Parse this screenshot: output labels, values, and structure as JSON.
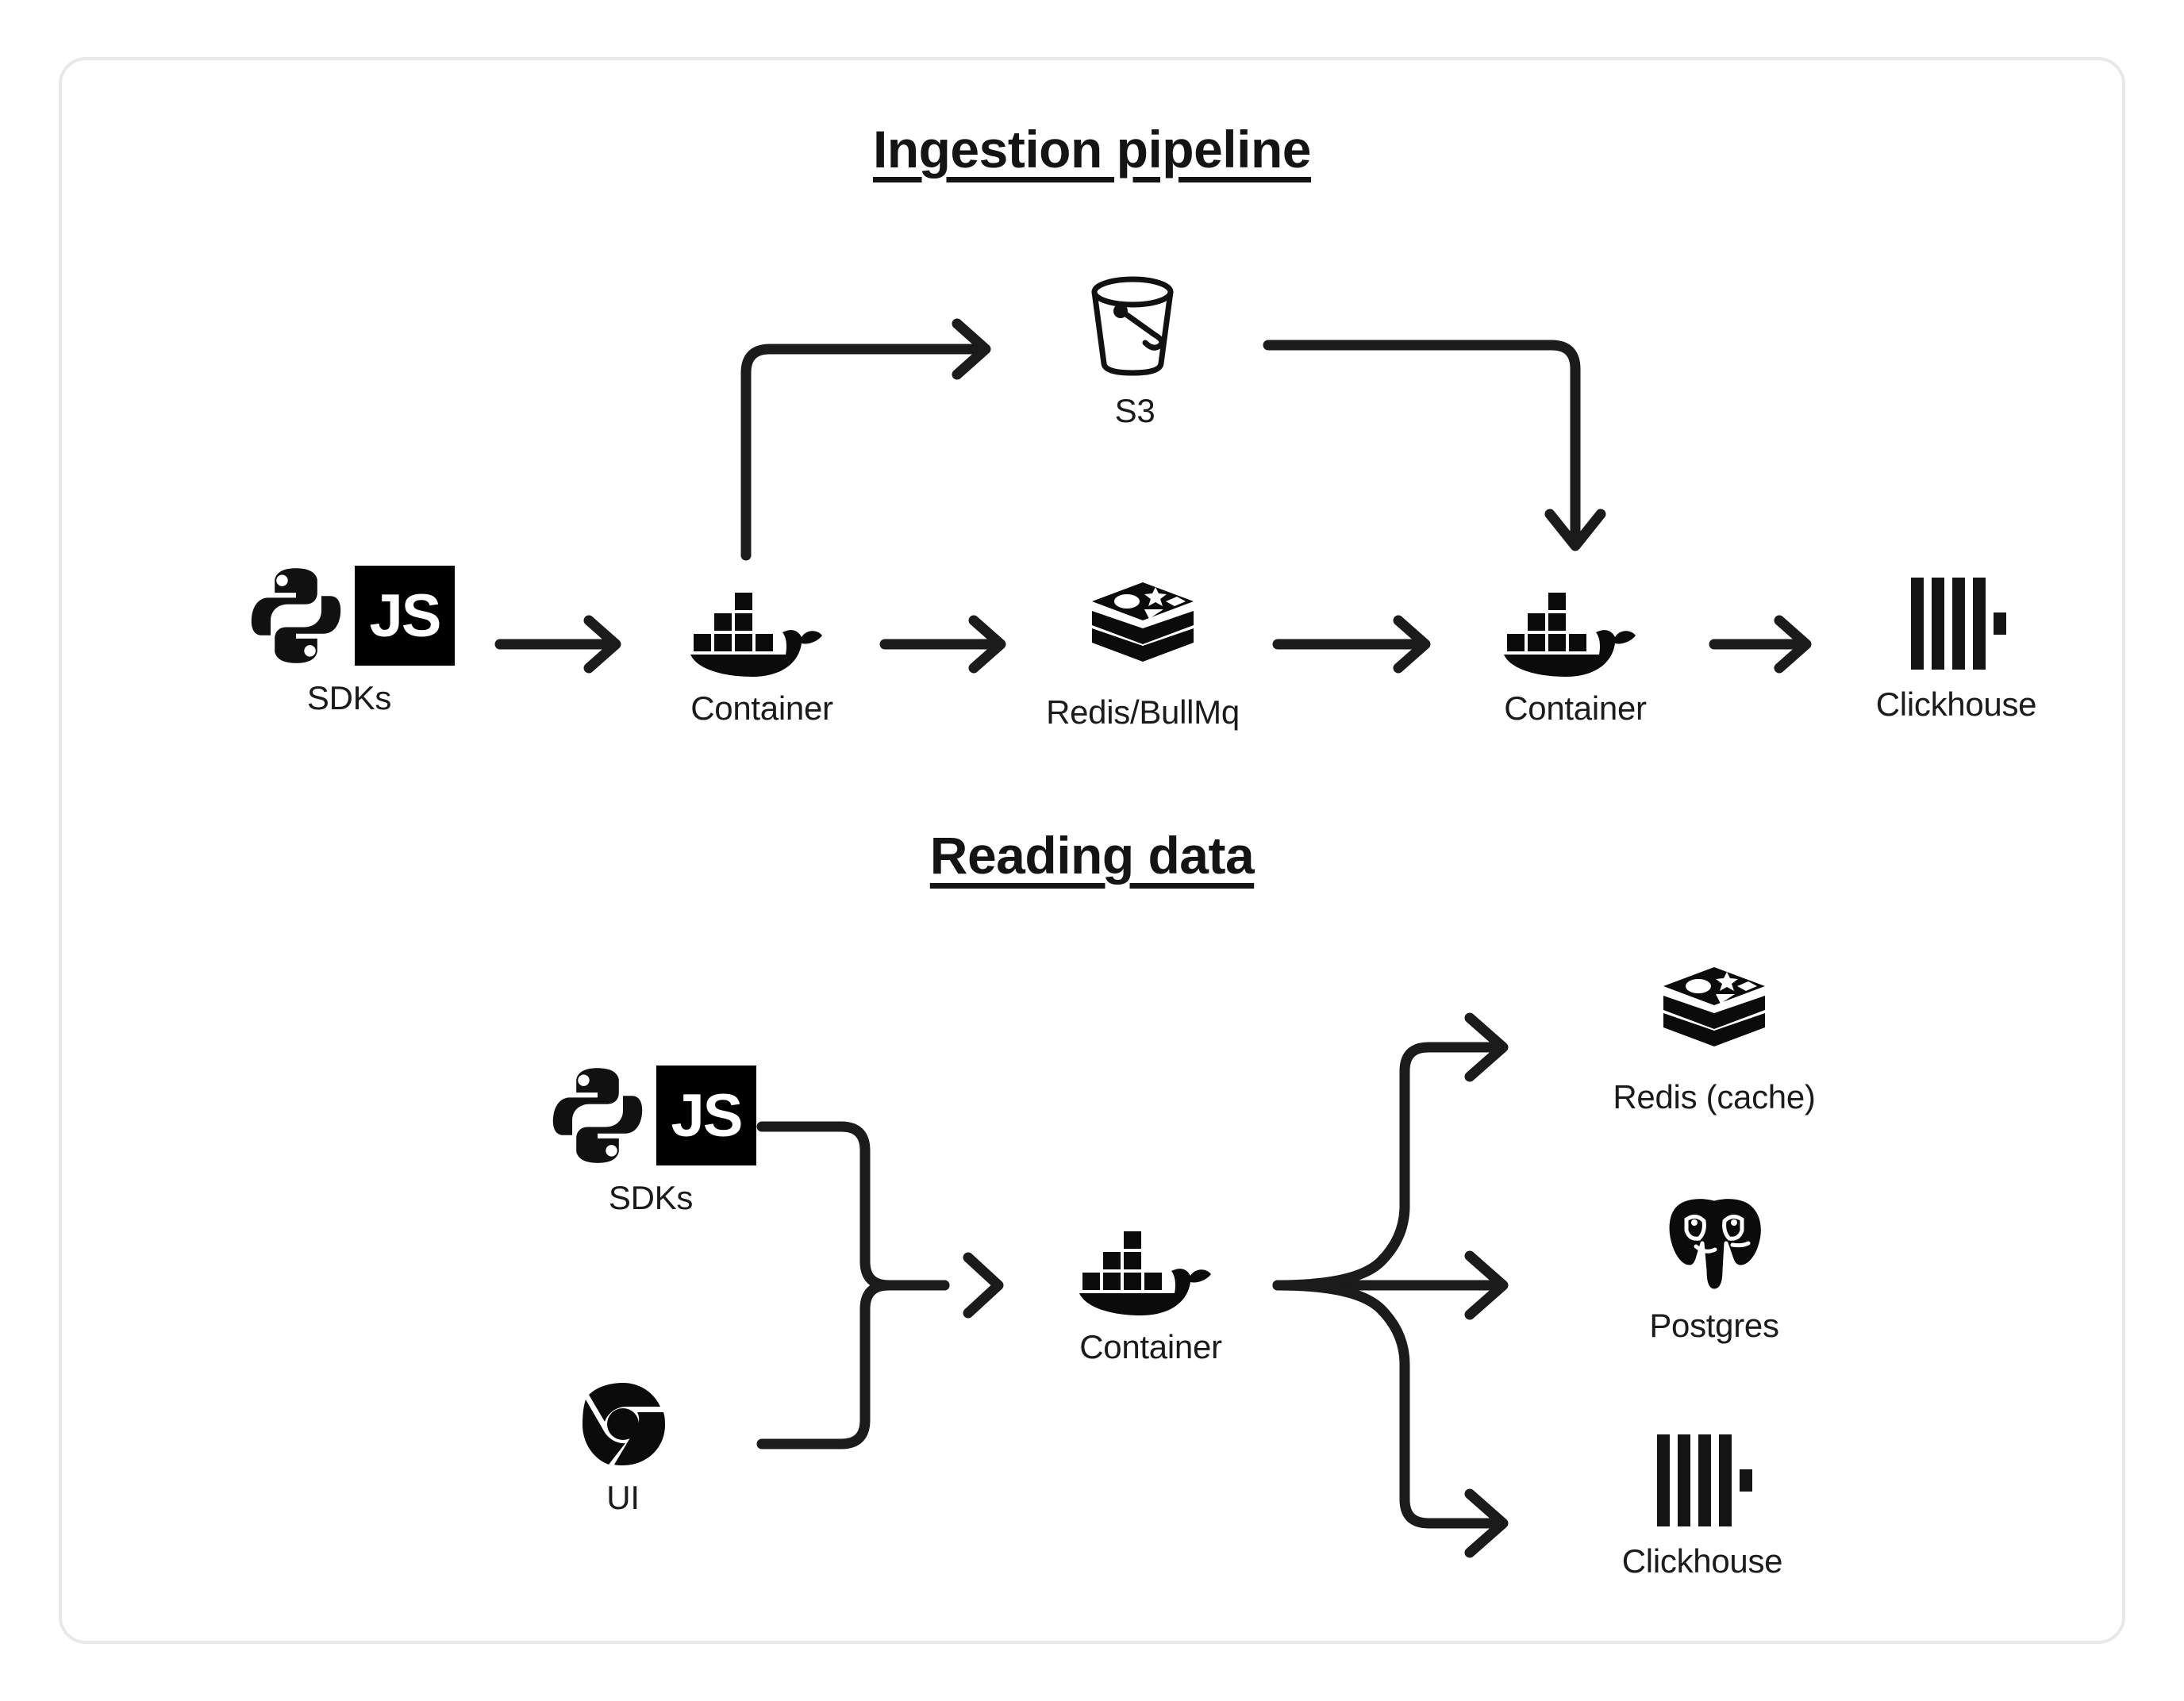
{
  "diagram": {
    "sections": [
      {
        "id": "ingestion",
        "title": "Ingestion pipeline",
        "nodes": [
          {
            "id": "sdks",
            "label": "SDKs",
            "icon": "python-js-icon"
          },
          {
            "id": "container-1",
            "label": "Container",
            "icon": "docker-icon"
          },
          {
            "id": "redis-bullmq",
            "label": "Redis/BullMq",
            "icon": "redis-icon"
          },
          {
            "id": "container-2",
            "label": "Container",
            "icon": "docker-icon"
          },
          {
            "id": "clickhouse",
            "label": "Clickhouse",
            "icon": "clickhouse-icon"
          },
          {
            "id": "s3",
            "label": "S3",
            "icon": "bucket-icon"
          }
        ],
        "edges": [
          {
            "from": "sdks",
            "to": "container-1",
            "style": "straight-arrow"
          },
          {
            "from": "container-1",
            "to": "s3",
            "style": "elbow-up-right-arrow"
          },
          {
            "from": "container-1",
            "to": "redis-bullmq",
            "style": "straight-arrow"
          },
          {
            "from": "s3",
            "to": "container-2",
            "style": "elbow-right-down-arrow"
          },
          {
            "from": "redis-bullmq",
            "to": "container-2",
            "style": "straight-arrow"
          },
          {
            "from": "container-2",
            "to": "clickhouse",
            "style": "straight-arrow"
          }
        ]
      },
      {
        "id": "reading",
        "title": "Reading data",
        "nodes": [
          {
            "id": "sdks-read",
            "label": "SDKs",
            "icon": "python-js-icon"
          },
          {
            "id": "ui",
            "label": "UI",
            "icon": "chrome-icon"
          },
          {
            "id": "container-read",
            "label": "Container",
            "icon": "docker-icon"
          },
          {
            "id": "redis-cache",
            "label": "Redis (cache)",
            "icon": "redis-icon"
          },
          {
            "id": "postgres",
            "label": "Postgres",
            "icon": "postgres-icon"
          },
          {
            "id": "clickhouse-read",
            "label": "Clickhouse",
            "icon": "clickhouse-icon"
          }
        ],
        "edges": [
          {
            "from": "sdks-read",
            "to": "container-read",
            "style": "merge-arrow"
          },
          {
            "from": "ui",
            "to": "container-read",
            "style": "merge-arrow"
          },
          {
            "from": "container-read",
            "to": "redis-cache",
            "style": "fan-up-arrow"
          },
          {
            "from": "container-read",
            "to": "postgres",
            "style": "straight-arrow"
          },
          {
            "from": "container-read",
            "to": "clickhouse-read",
            "style": "fan-down-arrow"
          }
        ]
      }
    ],
    "js_badge_text": "JS",
    "colors": {
      "stroke": "#1b1b1b",
      "text": "#1b1b1b",
      "card_border": "#e8e8e8",
      "background": "#ffffff"
    }
  }
}
